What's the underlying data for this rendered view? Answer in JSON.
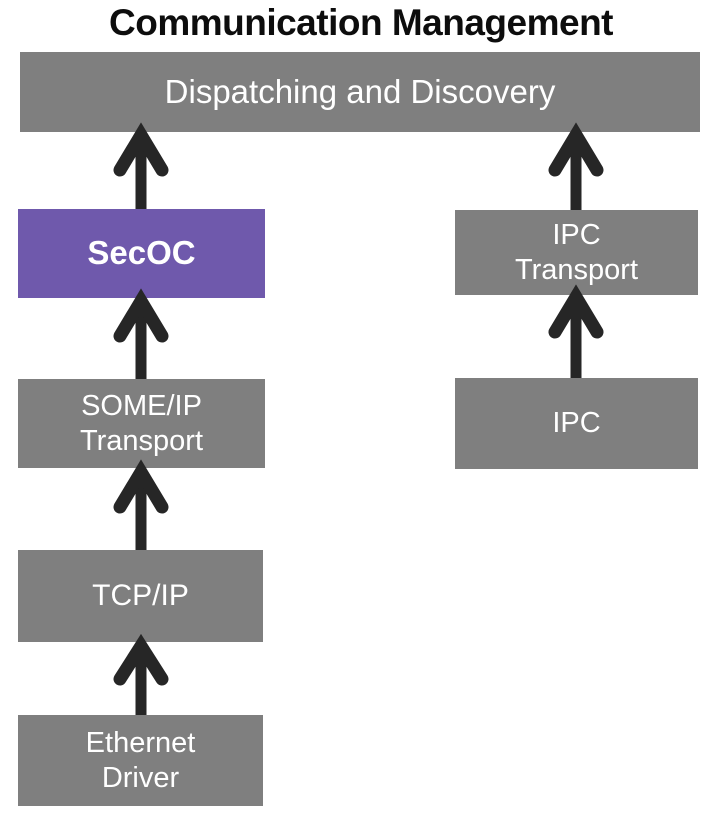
{
  "title": "Communication Management",
  "colors": {
    "box_gray": "#7F7F7F",
    "box_highlight_purple": "#6F59AC",
    "arrow_black": "#262626",
    "box_text_white": "#FFFFFF",
    "title_text_black": "#0D0D0D"
  },
  "nodes": {
    "dispatching": {
      "label": "Dispatching and Discovery",
      "highlighted": false
    },
    "secoc": {
      "label": "SecOC",
      "highlighted": true
    },
    "someip_transport": {
      "label": "SOME/IP\nTransport",
      "highlighted": false
    },
    "tcpip": {
      "label": "TCP/IP",
      "highlighted": false
    },
    "ethernet_driver": {
      "label": "Ethernet\nDriver",
      "highlighted": false
    },
    "ipc_transport": {
      "label": "IPC\nTransport",
      "highlighted": false
    },
    "ipc": {
      "label": "IPC",
      "highlighted": false
    }
  },
  "edges": [
    {
      "from": "secoc",
      "to": "dispatching",
      "direction": "up"
    },
    {
      "from": "ipc_transport",
      "to": "dispatching",
      "direction": "up"
    },
    {
      "from": "someip_transport",
      "to": "secoc",
      "direction": "up"
    },
    {
      "from": "ipc",
      "to": "ipc_transport",
      "direction": "up"
    },
    {
      "from": "tcpip",
      "to": "someip_transport",
      "direction": "up"
    },
    {
      "from": "ethernet_driver",
      "to": "tcpip",
      "direction": "up"
    }
  ]
}
